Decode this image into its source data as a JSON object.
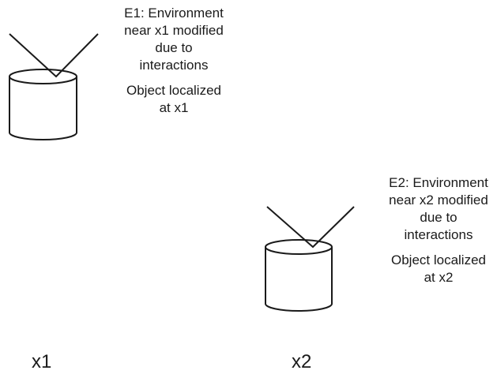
{
  "site1": {
    "env_lines": [
      "E1: Environment",
      "near x1 modified",
      "due to",
      "interactions"
    ],
    "obj_lines": [
      "Object localized",
      "at x1"
    ],
    "position_label": "x1"
  },
  "site2": {
    "env_lines": [
      "E2: Environment",
      "near x2 modified",
      "due to",
      "interactions"
    ],
    "obj_lines": [
      "Object localized",
      "at x2"
    ],
    "position_label": "x2"
  },
  "colors": {
    "stroke": "#1a1a1a",
    "background": "#ffffff"
  }
}
